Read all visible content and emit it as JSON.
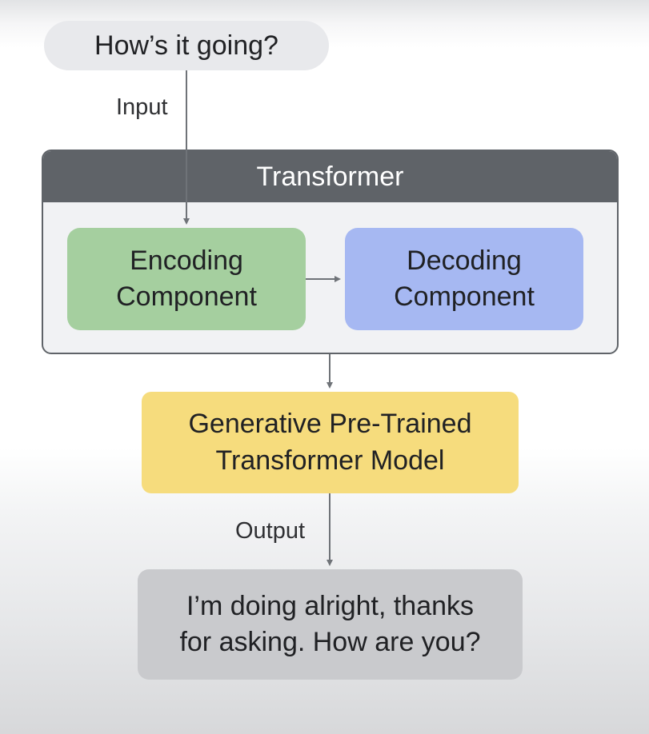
{
  "input_text": "How’s it going?",
  "input_label": "Input",
  "transformer": {
    "title": "Transformer",
    "encoding_line1": "Encoding",
    "encoding_line2": "Component",
    "decoding_line1": "Decoding",
    "decoding_line2": "Component"
  },
  "model": {
    "line1": "Generative Pre-Trained",
    "line2": "Transformer Model"
  },
  "output_label": "Output",
  "output_text": {
    "line1": "I’m doing alright, thanks",
    "line2": "for asking. How are you?"
  },
  "colors": {
    "transformer_frame": "#5f6368",
    "encoding": "#a5cf9f",
    "decoding": "#a6b8f2",
    "model": "#f6dc7d",
    "output": "#c9cacd",
    "input": "#e8e9ec",
    "arrow": "#6f7378"
  }
}
